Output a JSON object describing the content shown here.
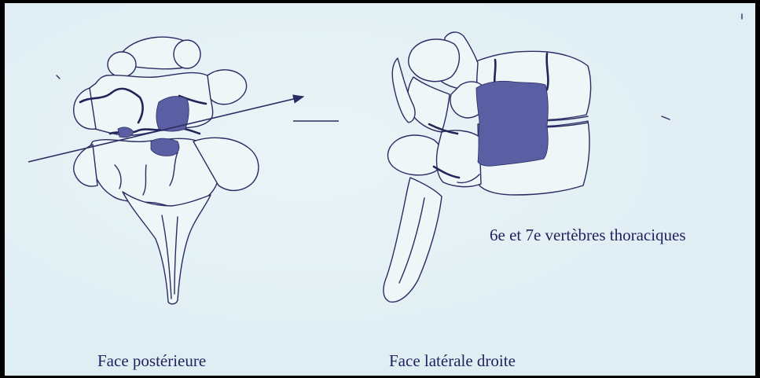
{
  "labels": {
    "vertebrae": "6e et 7e vertèbres thoraciques",
    "posterior_view": "Face postérieure",
    "lateral_view": "Face latérale droite"
  },
  "colors": {
    "background": "#dfeef3",
    "ink": "#2b2c63",
    "lesion": "#5a5fa4",
    "frame": "#000000"
  }
}
